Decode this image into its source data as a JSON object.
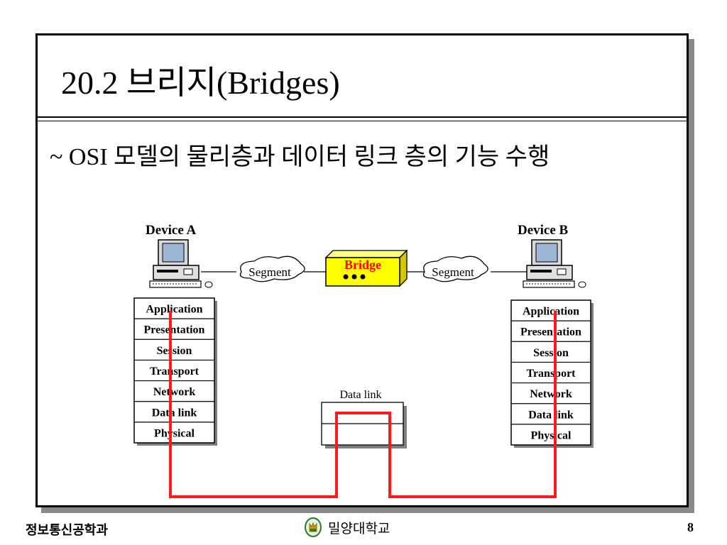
{
  "slide": {
    "title": "20.2 브리지(Bridges)",
    "bullet": "~ OSI 모델의 물리층과 데이터 링크 층의 기능 수행"
  },
  "diagram": {
    "device_a": "Device A",
    "device_b": "Device B",
    "bridge": "Bridge",
    "segment_left": "Segment",
    "segment_right": "Segment",
    "bridge_layer_label": "Data link",
    "layers": [
      "Application",
      "Presentation",
      "Session",
      "Transport",
      "Network",
      "Data link",
      "Physical"
    ],
    "colors": {
      "path": "#ff1a1a",
      "bridge_fill": "#ffff00",
      "bridge_text": "#ff0000"
    }
  },
  "footer": {
    "department": "정보통신공학과",
    "university": "밀양대학교",
    "page": "8"
  }
}
